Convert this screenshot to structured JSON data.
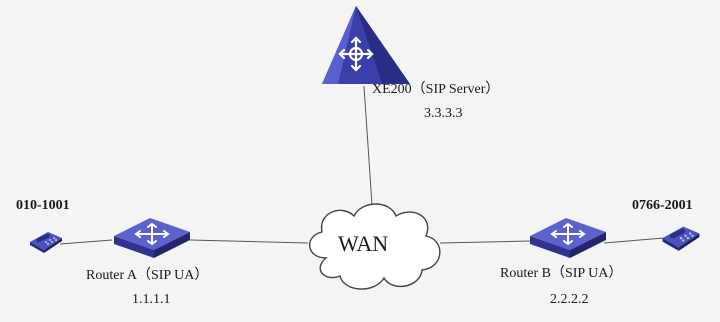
{
  "server": {
    "name": "XE200（SIP Server）",
    "ip": "3.3.3.3"
  },
  "wan": {
    "label": "WAN"
  },
  "router_a": {
    "name": "Router A（SIP UA）",
    "ip": "1.1.1.1"
  },
  "router_b": {
    "name": "Router B（SIP UA）",
    "ip": "2.2.2.2"
  },
  "phone_a": {
    "number": "010-1001"
  },
  "phone_b": {
    "number": "0766-2001"
  },
  "colors": {
    "device": "#3a3ea8",
    "device_light": "#6b70d6",
    "line": "#555555"
  }
}
